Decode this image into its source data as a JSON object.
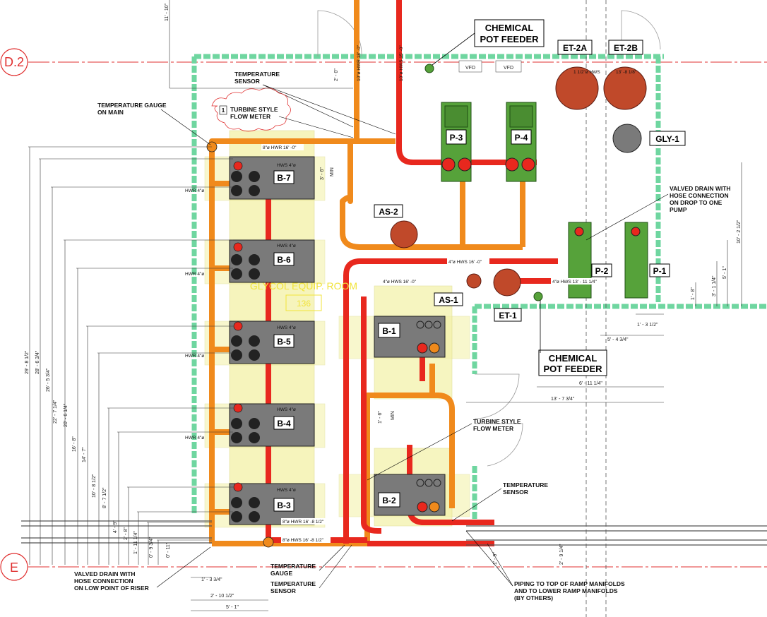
{
  "grid": {
    "d2": "D.2",
    "e": "E"
  },
  "room": {
    "name": "GLYCOL EQUIP. ROOM",
    "number": "136"
  },
  "boilers": [
    "B-7",
    "B-6",
    "B-5",
    "B-4",
    "B-3",
    "B-1",
    "B-2"
  ],
  "pumps": [
    "P-3",
    "P-4",
    "P-2",
    "P-1"
  ],
  "equipment": {
    "as1": "AS-1",
    "as2": "AS-2",
    "et1": "ET-1",
    "et2a": "ET-2A",
    "et2b": "ET-2B",
    "gly1": "GLY-1",
    "vfd": "VFD"
  },
  "callouts": {
    "chem_feeder_top_1": "CHEMICAL",
    "chem_feeder_top_2": "POT FEEDER",
    "chem_feeder_mid_1": "CHEMICAL",
    "chem_feeder_mid_2": "POT FEEDER",
    "temp_sensor_top_1": "TEMPERATURE",
    "temp_sensor_top_2": "SENSOR",
    "temp_gauge_main_1": "TEMPERATURE GAUGE",
    "temp_gauge_main_2": "ON MAIN",
    "revision": "1",
    "turbine_top_1": "TURBINE STYLE",
    "turbine_top_2": "FLOW METER",
    "valved_drain_top_1": "VALVED DRAIN WITH",
    "valved_drain_top_2": "HOSE CONNECTION",
    "valved_drain_top_3": "ON DROP TO ONE",
    "valved_drain_top_4": "PUMP",
    "turbine_mid_1": "TURBINE STYLE",
    "turbine_mid_2": "FLOW METER",
    "temp_sensor_right_1": "TEMPERATURE",
    "temp_sensor_right_2": "SENSOR",
    "valved_drain_bot_1": "VALVED DRAIN WITH",
    "valved_drain_bot_2": "HOSE CONNECTION",
    "valved_drain_bot_3": "ON LOW POINT OF RISER",
    "temp_gauge_bot_1": "TEMPERATURE",
    "temp_gauge_bot_2": "GAUGE",
    "temp_sensor_bot_1": "TEMPERATURE",
    "temp_sensor_bot_2": "SENSOR",
    "piping_1": "PIPING TO TOP OF RAMP MANIFOLDS",
    "piping_2": "AND TO LOWER RAMP MANIFOLDS",
    "piping_3": "(BY OTHERS)"
  },
  "pipe_labels": {
    "hwr_main": "8\"ø HWR 16' -0\"",
    "hws_main": "4\"ø HWS 16' -0\"",
    "hws_bot": "8\"ø HWS 16' -8 1/2\"",
    "hwr_bot": "8\"ø HWR 16' -8 1/2\"",
    "hws4": "HWS 4\"ø",
    "hwr4": "HWR 4\"ø",
    "p2_line": "4\"ø HWS 13' - 11 1/4\"",
    "hwr_riser": "10\"ø HWR 18' -0\"",
    "hws_riser": "10\"ø HWS 15' -0\"",
    "et_line_1": "1 1/2\"ø HWS",
    "et_line_2": "13' -8 1/8\""
  },
  "dimensions": {
    "d1": "29' - 8 1/2\"",
    "d2": "28' - 6 3/4\"",
    "d3": "26' - 5 3/4\"",
    "d4": "22' - 7 1/4\"",
    "d5": "20' - 6 1/4\"",
    "d6": "16' - 8\"",
    "d7": "14' - 7\"",
    "d8": "10' - 8 1/2\"",
    "d9": "8' - 7 1/2\"",
    "d10": "4' - 9\"",
    "d11": "2' - 8\"",
    "d12": "1' - 11 1/4\"",
    "d13": "0' - 9 3/4\"",
    "d14": "0' - 11\"",
    "top1": "11' - 10\"",
    "top2": "2' - 0\"",
    "r1": "10' - 2 1/2\"",
    "r2": "5' - 1\"",
    "r3": "3' - 1 1/4\"",
    "r4": "1' - 8\"",
    "r5": "1' - 3 1/2\"",
    "r6": "5' - 4 3/4\"",
    "r7": "6' - 11 1/4\"",
    "r8": "13' - 7 3/4\"",
    "b1": "1' - 3 3/4\"",
    "b2": "2' - 10 1/2\"",
    "b3": "5' - 1\"",
    "b4": "1' - 9\"",
    "b5": "2' - 9 1/4\"",
    "min1": "3' - 6\"",
    "min2": "1' - 6\"",
    "min": "MIN"
  },
  "colors": {
    "hws": "#e8281e",
    "hwr": "#f08a1c",
    "boiler": "#7a7a7a",
    "pump": "#56a23a",
    "tank": "#c0492a",
    "wall": "#6fd6a0",
    "yellow": "#f3f1a6",
    "grid": "#e03030"
  }
}
